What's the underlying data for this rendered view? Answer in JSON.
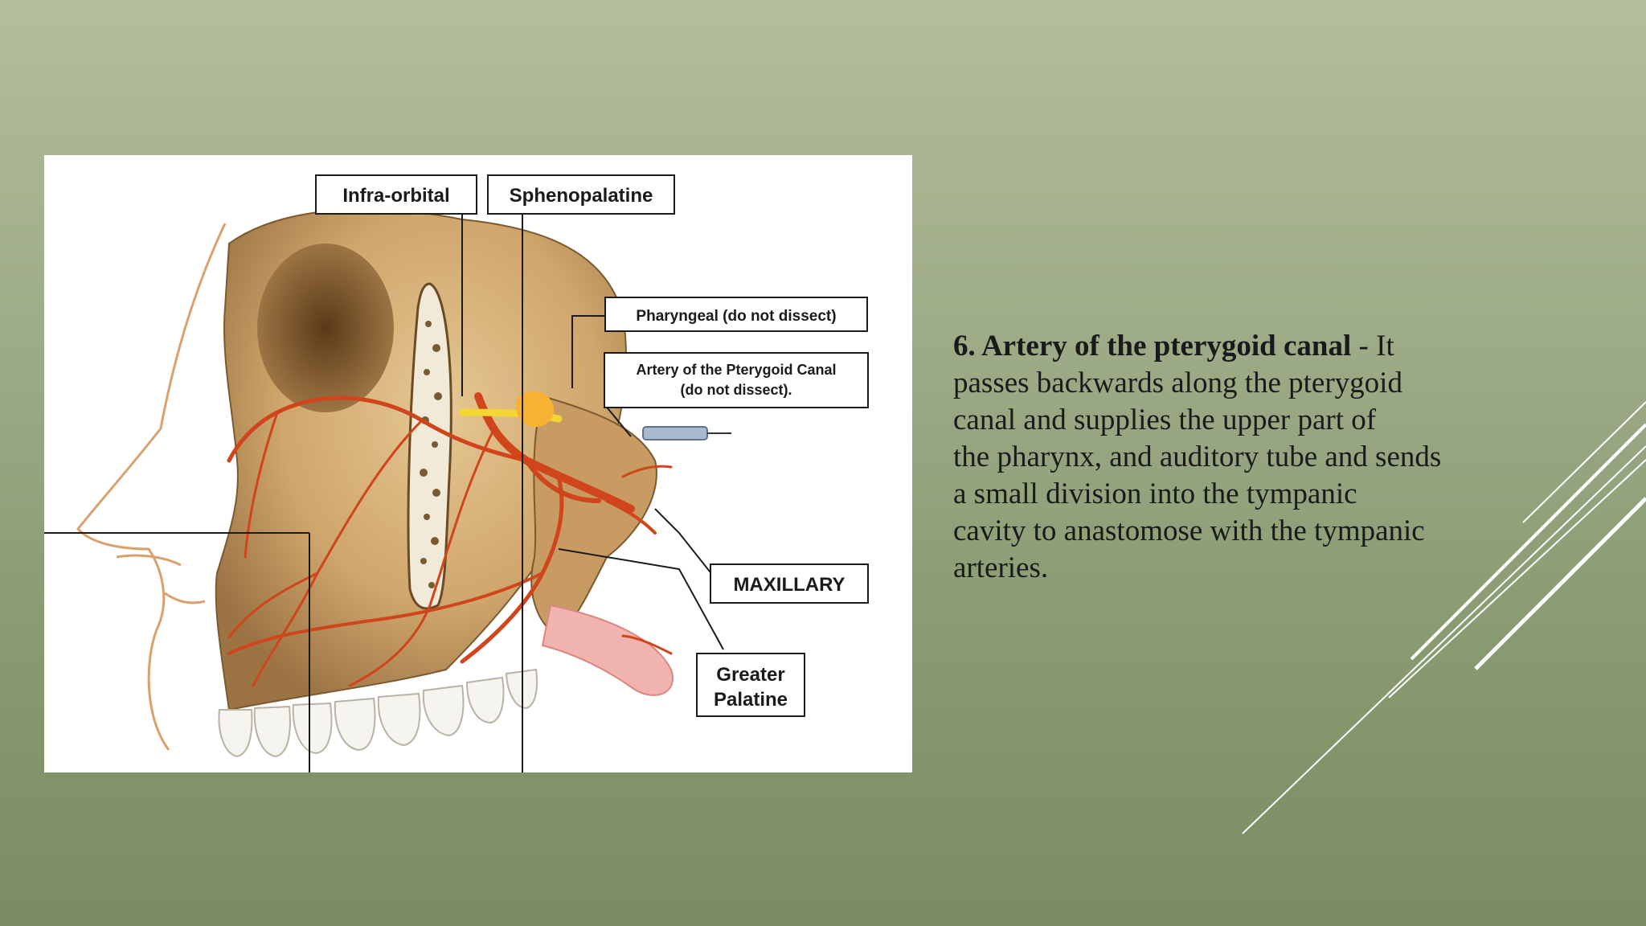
{
  "figure": {
    "labels": {
      "infra_orbital": "Infra-orbital",
      "sphenopalatine": "Sphenopalatine",
      "pharyngeal": "Pharyngeal (do not dissect)",
      "pterygoid_line1": "Artery of the Pterygoid Canal",
      "pterygoid_line2": "(do not dissect).",
      "maxillary": "MAXILLARY",
      "greater": "Greater",
      "palatine": "Palatine"
    }
  },
  "content": {
    "heading": "6. Artery of the pterygoid canal",
    "lines": [
      " - It",
      "passes backwards along the pterygoid",
      "canal and supplies the upper part of",
      "the pharynx, and auditory tube and sends",
      "a small division into the tympanic",
      "cavity to anastomose with the tympanic",
      "arteries."
    ]
  },
  "colors": {
    "background_top": "#b3be9b",
    "background_bottom": "#7a8c61",
    "bone": "#d8b47c",
    "artery": "#d0451b",
    "accent_lines": "#ffffff"
  }
}
